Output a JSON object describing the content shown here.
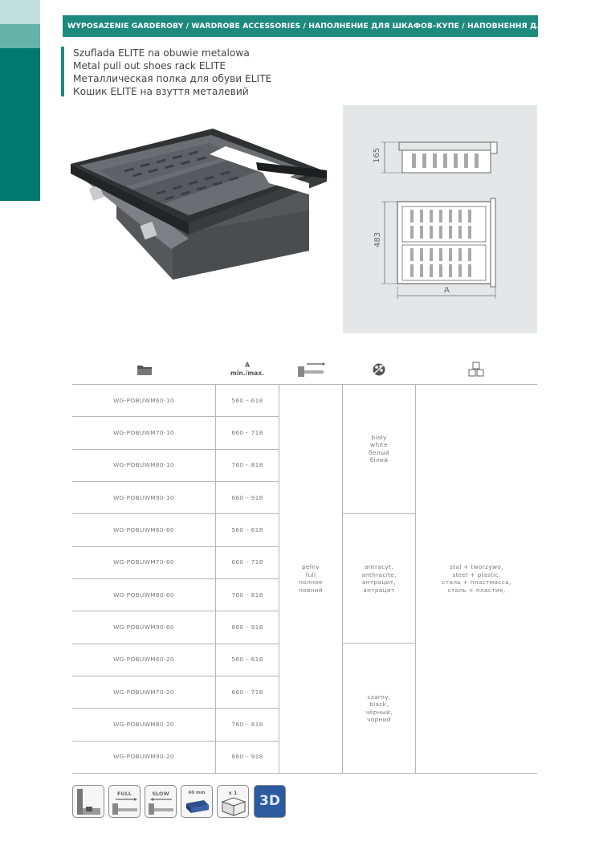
{
  "header": {
    "title": "WYPOSAZENIE GARDEROBY / WARDROBE ACCESSORIES / НАПОЛНЕНИЕ ДЛЯ ШКАФОВ-КУПЕ / НАПОВНЕННЯ ДЛЯ ШАФ-КУПЕ"
  },
  "product_titles": [
    "Szuflada ELITE na obuwie metalowa",
    "Metal pull out shoes rack ELITE",
    "Металлическая полка для обуви ELITE",
    "Кошик ELITE на взуття металевий"
  ],
  "drawing": {
    "height_dim": "165",
    "depth_dim": "483",
    "width_dim": "A"
  },
  "table": {
    "header_a": "A",
    "header_minmax": "min./max.",
    "header_icons": [
      "folder-icon",
      "pullout-icon",
      "color-palette-icon",
      "material-cubes-icon"
    ],
    "rows": [
      {
        "code": "WG-POBUWM60-10",
        "range": "560 – 618"
      },
      {
        "code": "WG-POBUWM70-10",
        "range": "660 – 718"
      },
      {
        "code": "WG-POBUWM80-10",
        "range": "760 – 818"
      },
      {
        "code": "WG-POBUWM90-10",
        "range": "860 – 918"
      },
      {
        "code": "WG-POBUWM60-60",
        "range": "560 – 618"
      },
      {
        "code": "WG-POBUWM70-60",
        "range": "660 – 718"
      },
      {
        "code": "WG-POBUWM80-60",
        "range": "760 – 818"
      },
      {
        "code": "WG-POBUWM90-60",
        "range": "860 – 918"
      },
      {
        "code": "WG-POBUWM60-20",
        "range": "560 – 618"
      },
      {
        "code": "WG-POBUWM70-20",
        "range": "660 – 718"
      },
      {
        "code": "WG-POBUWM80-20",
        "range": "760 – 818"
      },
      {
        "code": "WG-POBUWM90-20",
        "range": "860 – 918"
      }
    ],
    "extension": [
      "pełny",
      "full",
      "полное",
      "повний"
    ],
    "colors": {
      "white": [
        "biały",
        "white",
        "белый",
        "білий"
      ],
      "anthracite": [
        "antracyt,",
        "anthracite,",
        "антрацит,",
        "антрацит"
      ],
      "black": [
        "czarny,",
        "black,",
        "чёрный,",
        "чорний"
      ]
    },
    "material": [
      "stal + tworzywo,",
      "steel + plastic,",
      "сталь + пластмасса,",
      "сталь + пластик,"
    ]
  },
  "features": [
    {
      "icon": "cabinet-side-icon",
      "label": ""
    },
    {
      "icon": "full-extension-icon",
      "label": "FULL"
    },
    {
      "icon": "soft-close-icon",
      "label": "SLOW"
    },
    {
      "icon": "drawer-height-icon",
      "label": "60 mm"
    },
    {
      "icon": "package-box-icon",
      "label": "x 1"
    },
    {
      "icon": "3d-model-icon",
      "label": "3D"
    }
  ],
  "colors_ui": {
    "accent": "#1e8a7e",
    "dark_tab": "#007a6e",
    "grid": "#b7b7b7",
    "drawing_bg": "#e5e6e7"
  }
}
